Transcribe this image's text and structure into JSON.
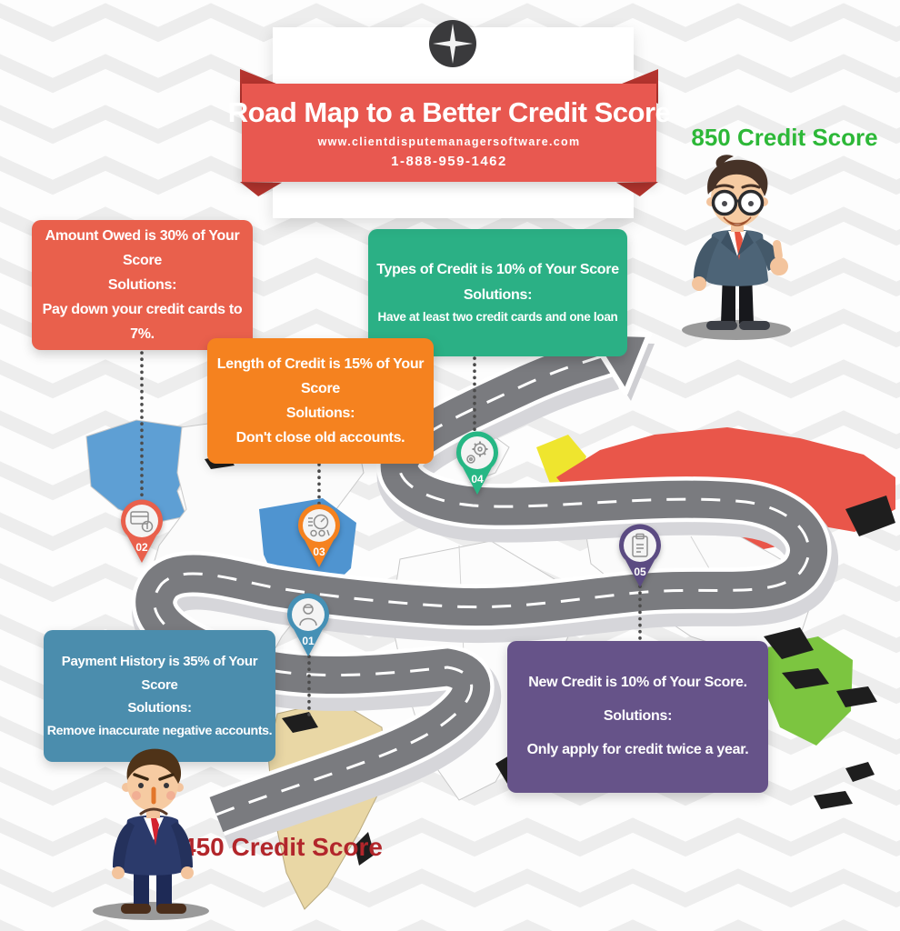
{
  "header": {
    "title": "Road Map to a Better Credit Score",
    "website": "www.clientdisputemanagersoftware.com",
    "phone": "1-888-959-1462"
  },
  "scores": {
    "good": "850 Credit Score",
    "bad": "450 Credit Score"
  },
  "boxes": {
    "amount_owed": {
      "line1": "Amount Owed is 30% of Your Score",
      "line2": "Solutions:",
      "line3": "Pay down your credit cards to 7%."
    },
    "types_of_credit": {
      "line1": "Types of Credit is 10% of Your Score",
      "line2": "Solutions:",
      "line3": "Have at least two credit cards and one loan"
    },
    "length_of_credit": {
      "line1": "Length of Credit is 15% of Your Score",
      "line2": "Solutions:",
      "line3": "Don't close old accounts."
    },
    "payment_history": {
      "line1": "Payment History is 35% of Your Score",
      "line2": "Solutions:",
      "line3": "Remove inaccurate negative accounts."
    },
    "new_credit": {
      "line1": "New Credit is 10% of Your Score.",
      "line2": "Solutions:",
      "line3": "Only apply for credit twice a year."
    }
  },
  "pins": [
    {
      "number": "01",
      "icon": "person-icon",
      "color": "#4590b5"
    },
    {
      "number": "02",
      "icon": "credit-card-icon",
      "color": "#e9604c"
    },
    {
      "number": "03",
      "icon": "gauge-icon",
      "color": "#f5821f"
    },
    {
      "number": "04",
      "icon": "gears-icon",
      "color": "#26b784"
    },
    {
      "number": "05",
      "icon": "clipboard-icon",
      "color": "#5b4b82"
    }
  ],
  "colors": {
    "ribbon_red": "#e85850",
    "ribbon_fold": "#b4342e",
    "score_good_green": "#2db838",
    "score_bad_red": "#b2262b",
    "box_amount": "#e9604c",
    "box_types": "#2bb085",
    "box_length": "#f5821f",
    "box_payment": "#4b8dad",
    "box_new": "#665389",
    "road_gray": "#7a7b7f",
    "map_russia_red": "#e9564a",
    "map_australia_green": "#7cc540",
    "map_america_blue": "#4f94d0",
    "map_south_america_tan": "#e9d7a5",
    "map_scandinavia_yellow": "#efe52e"
  }
}
